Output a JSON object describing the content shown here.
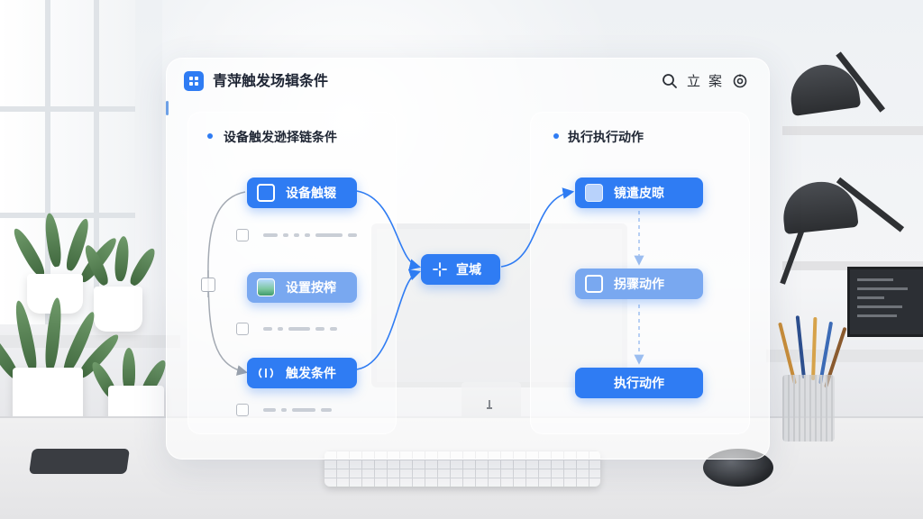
{
  "app": {
    "title": "青萍触发场辑条件",
    "header_buttons": [
      {
        "icon": "search-icon",
        "label": ""
      },
      {
        "icon": "",
        "label": "立"
      },
      {
        "icon": "",
        "label": "案"
      },
      {
        "icon": "settings-icon",
        "label": ""
      }
    ]
  },
  "left_panel": {
    "title": "设备触发逊择链条件",
    "nodes": [
      {
        "label": "设备触辍",
        "icon": "square-icon"
      },
      {
        "label": "设置按榨",
        "icon": "image-icon"
      },
      {
        "label": "触发条件",
        "icon": "signal-icon"
      }
    ]
  },
  "center_node": {
    "label": "宣堿",
    "icon": "sparkle-icon"
  },
  "right_panel": {
    "title": "执行执行动作",
    "nodes": [
      {
        "label": "镜遣皮晾",
        "icon": "square-icon"
      },
      {
        "label": "拐骤动作",
        "icon": "square-icon"
      },
      {
        "label": "执行动作",
        "icon": ""
      }
    ]
  },
  "colors": {
    "accent": "#2f7cf3",
    "accent_light": "#79a8f0",
    "text_dark": "#1d2433"
  }
}
